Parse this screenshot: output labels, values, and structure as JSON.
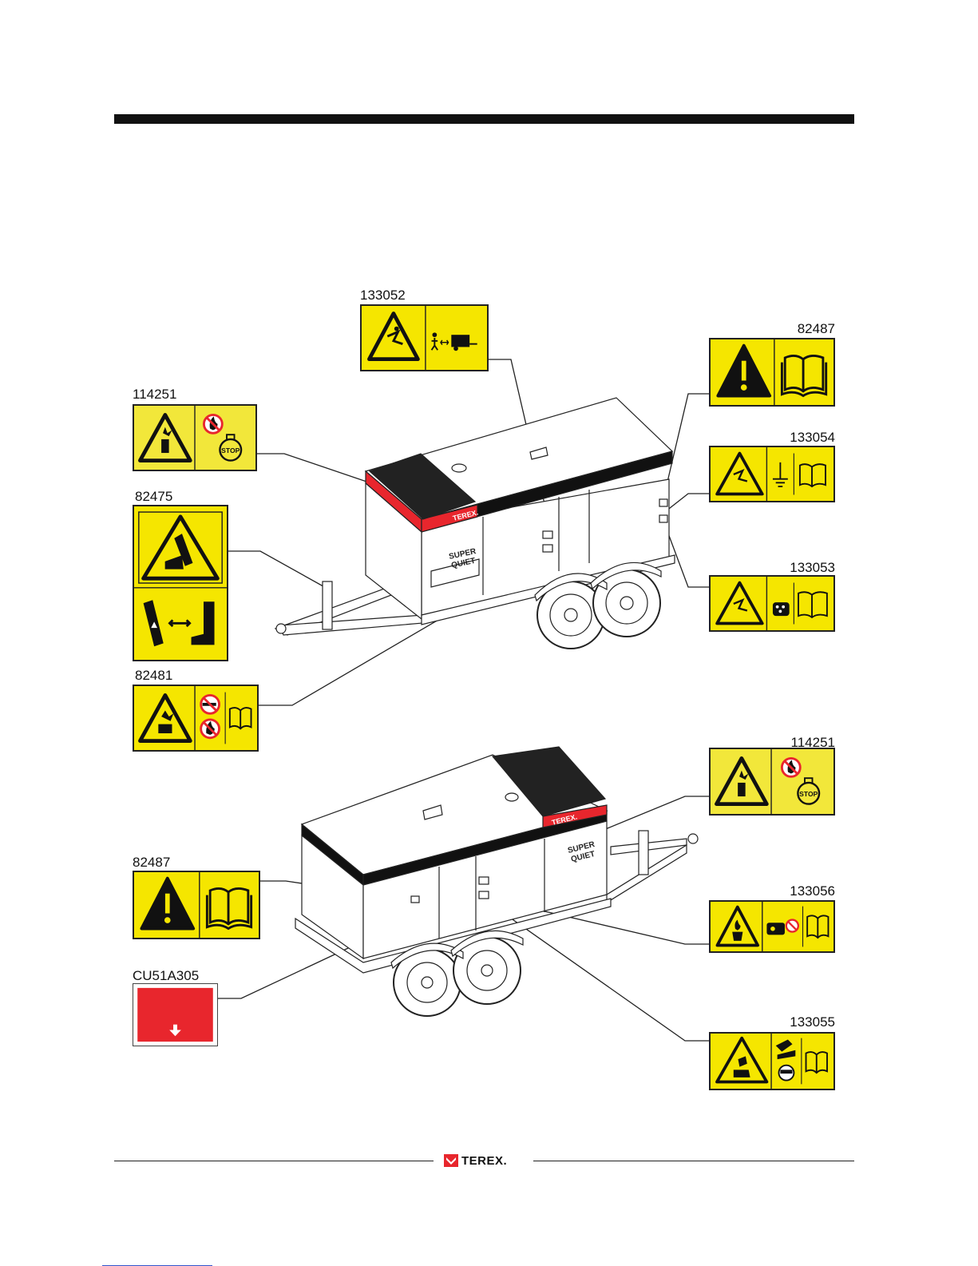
{
  "decals": {
    "d133052": {
      "code": "133052"
    },
    "d82487a": {
      "code": "82487"
    },
    "d114251a": {
      "code": "114251",
      "stop_text": "STOP"
    },
    "d133054": {
      "code": "133054"
    },
    "d82475": {
      "code": "82475"
    },
    "d133053": {
      "code": "133053"
    },
    "d82481": {
      "code": "82481"
    },
    "d114251b": {
      "code": "114251",
      "stop_text": "STOP"
    },
    "d82487b": {
      "code": "82487"
    },
    "d133056": {
      "code": "133056"
    },
    "dCU51A305": {
      "code": "CU51A305"
    },
    "d133055": {
      "code": "133055"
    }
  },
  "generator": {
    "brand": "TEREX.",
    "model_line1": "SUPER",
    "model_line2": "QUIET"
  },
  "footer": {
    "brand": "TEREX."
  },
  "colors": {
    "yellow": "#f5e600",
    "red": "#e8262d",
    "black": "#111111"
  }
}
